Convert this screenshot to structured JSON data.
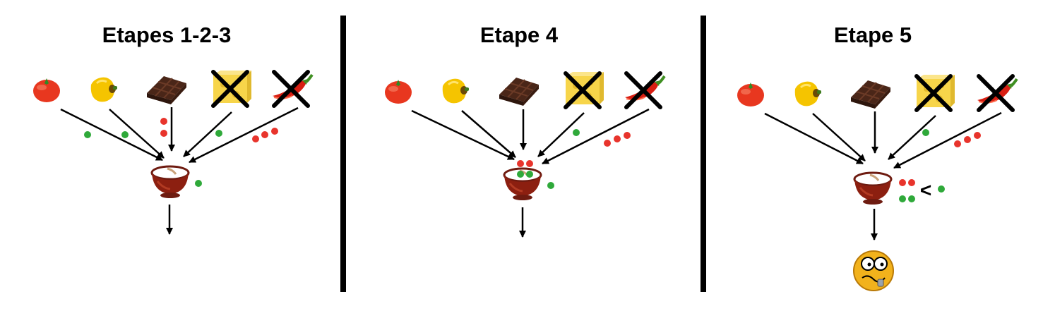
{
  "diagram": {
    "panels": [
      {
        "title": "Etapes 1-2-3"
      },
      {
        "title": "Etape 4"
      },
      {
        "title": "Etape 5"
      }
    ],
    "ingredient_icons": [
      "tomato-icon",
      "yellow-pepper-icon",
      "chocolate-icon",
      "cheese-icon",
      "chili-pepper-icon"
    ],
    "crossed_out_ingredients": [
      "cheese-icon",
      "chili-pepper-icon"
    ],
    "comparison_symbol": "<",
    "colors": {
      "red_dot": "#e8342c",
      "green_dot": "#2fa93a",
      "divider": "#000000"
    }
  }
}
